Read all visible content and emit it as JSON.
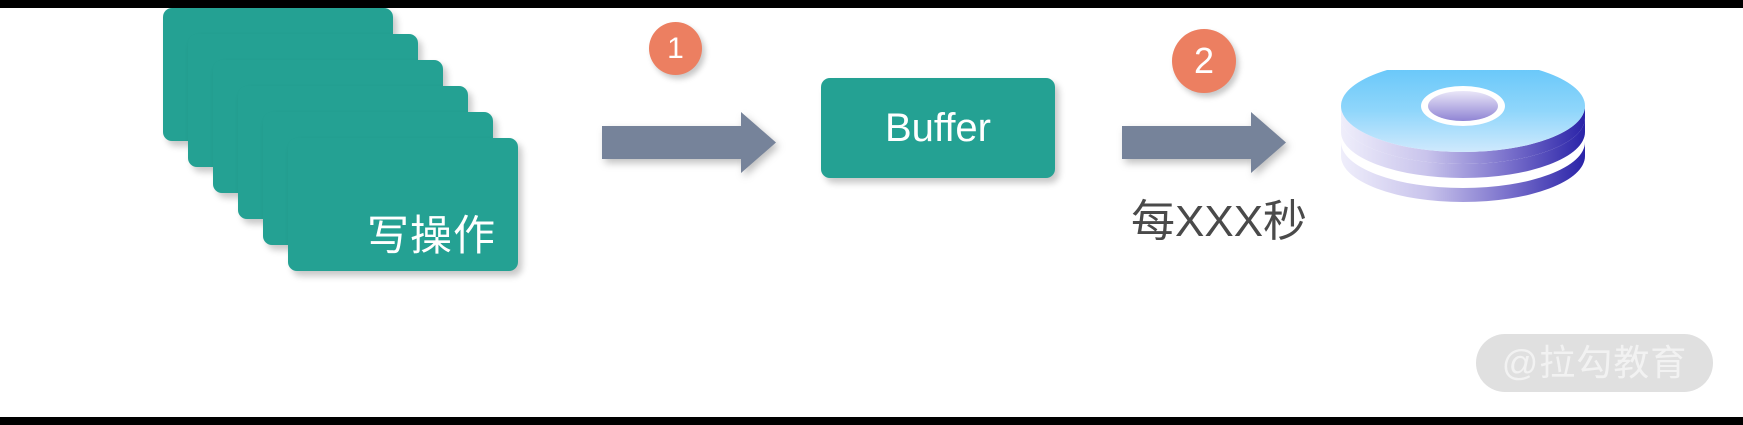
{
  "diagram": {
    "title": "Write buffering to disk flow",
    "background_color": "#ffffff",
    "accent_teal": "#24a193",
    "accent_orange": "#ec7f61",
    "arrow_gray": "#76839a",
    "text_dark": "#4a4a4a"
  },
  "nodes": {
    "write_ops": {
      "label": "写操作",
      "card_count": 6,
      "color": "#24a193"
    },
    "buffer": {
      "label": "Buffer",
      "color": "#24a193"
    },
    "storage": {
      "icon": "database-disk-stack-icon",
      "disk_count": 3,
      "color_top": "#6ec8f7",
      "color_bottom": "#2b2bb5"
    }
  },
  "steps": [
    {
      "number": "1",
      "color": "#ec7f61"
    },
    {
      "number": "2",
      "color": "#ec7f61"
    }
  ],
  "arrows": [
    {
      "name": "arrow-write-to-buffer",
      "direction": "right",
      "color": "#76839a"
    },
    {
      "name": "arrow-buffer-to-disk",
      "direction": "right",
      "color": "#76839a"
    }
  ],
  "annotations": {
    "flush_interval": "每XXX秒"
  },
  "watermark": {
    "text": "@拉勾教育",
    "background": "#e0e0e0",
    "color": "#f2f2f2"
  }
}
